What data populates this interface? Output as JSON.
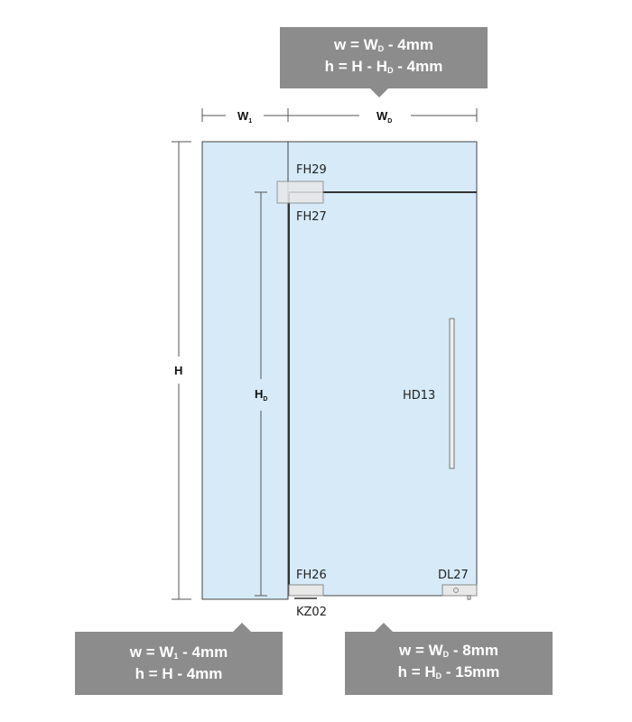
{
  "formulas": {
    "door_top": {
      "line1_pre": "w = W",
      "line1_sub": "D",
      "line1_post": " - 4mm",
      "line2_pre": "h = H - H",
      "line2_sub": "D",
      "line2_post": " - 4mm"
    },
    "side_panel": {
      "line1_pre": "w = W",
      "line1_sub": "1",
      "line1_post": " - 4mm",
      "line2_pre": "h = H - 4mm",
      "line2_sub": "",
      "line2_post": ""
    },
    "door_bottom": {
      "line1_pre": "w = W",
      "line1_sub": "D",
      "line1_post": " - 8mm",
      "line2_pre": "h = H",
      "line2_sub": "D",
      "line2_post": " - 15mm"
    }
  },
  "dimensions": {
    "w1": "W",
    "w1_sub": "1",
    "wd": "W",
    "wd_sub": "D",
    "h": "H",
    "hd": "H",
    "hd_sub": "D"
  },
  "parts": {
    "fh29": "FH29",
    "fh27": "FH27",
    "hd13": "HD13",
    "fh26": "FH26",
    "dl27": "DL27",
    "kz02": "KZ02"
  },
  "colors": {
    "glass": "#d6eaf8",
    "box": "#8c8c8c"
  }
}
